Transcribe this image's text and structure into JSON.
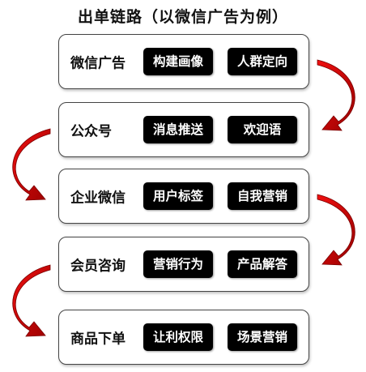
{
  "title": "出单链路（以微信广告为例）",
  "stages": [
    {
      "label": "微信广告",
      "tags": [
        "构建画像",
        "人群定向"
      ]
    },
    {
      "label": "公众号",
      "tags": [
        "消息推送",
        "欢迎语"
      ]
    },
    {
      "label": "企业微信",
      "tags": [
        "用户标签",
        "自我营销"
      ]
    },
    {
      "label": "会员咨询",
      "tags": [
        "营销行为",
        "产品解答"
      ]
    },
    {
      "label": "商品下单",
      "tags": [
        "让利权限",
        "场景营销"
      ]
    }
  ],
  "colors": {
    "arrow": "#d40000",
    "arrow_dark": "#8c0000",
    "tag_bg": "#000000",
    "tag_text": "#ffffff",
    "border": "#444444"
  }
}
